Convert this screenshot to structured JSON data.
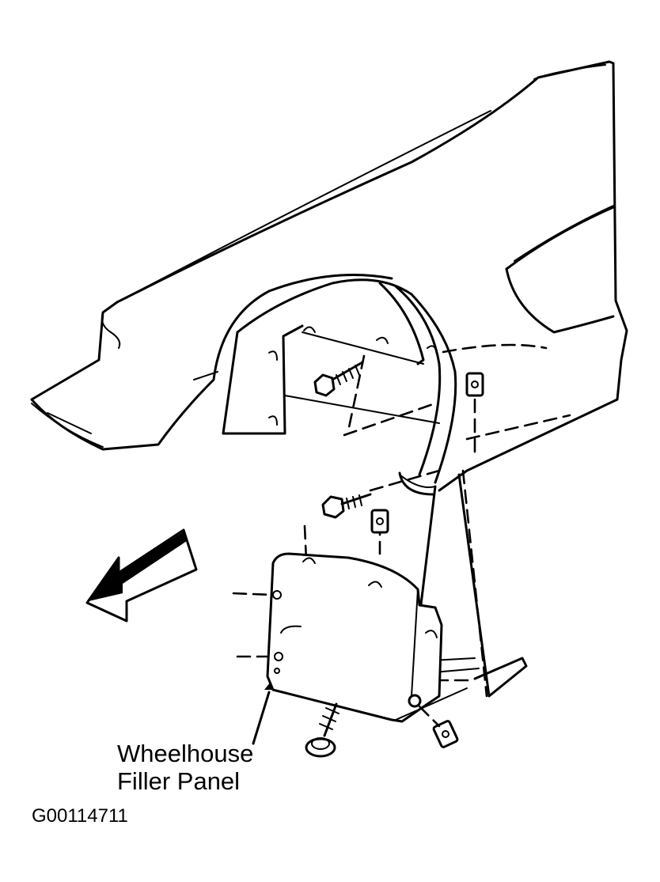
{
  "callout": {
    "line1": "Wheelhouse",
    "line2": "Filler Panel"
  },
  "figure_id": "G00114711",
  "colors": {
    "ink": "#000000",
    "background": "#ffffff"
  },
  "icons": {
    "direction_arrow": "front-direction-arrow"
  }
}
